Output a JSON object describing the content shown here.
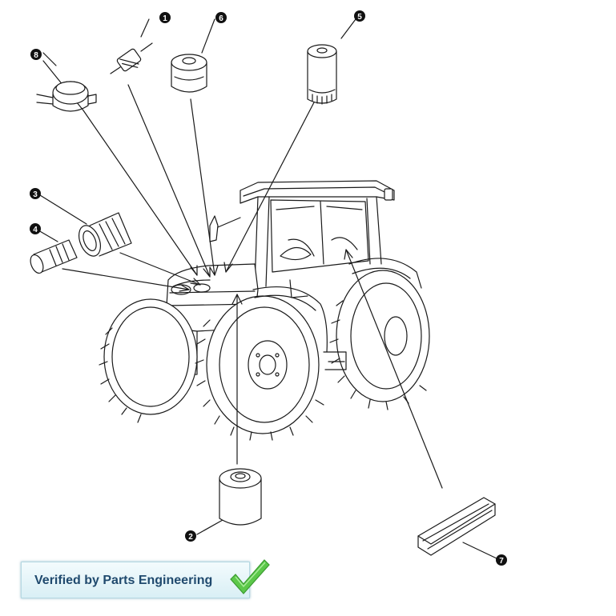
{
  "callouts": {
    "c1": "1",
    "c2": "2",
    "c3": "3",
    "c4": "4",
    "c5": "5",
    "c6": "6",
    "c7": "7",
    "c8": "8"
  },
  "badge": {
    "text": "Verified by Parts Engineering",
    "accent": "#5cc84a"
  },
  "colors": {
    "line": "#1a1a1a",
    "callout_fill": "#111111",
    "badge_text": "#204a6e"
  },
  "icons": {
    "verified": "checkmark-icon"
  }
}
